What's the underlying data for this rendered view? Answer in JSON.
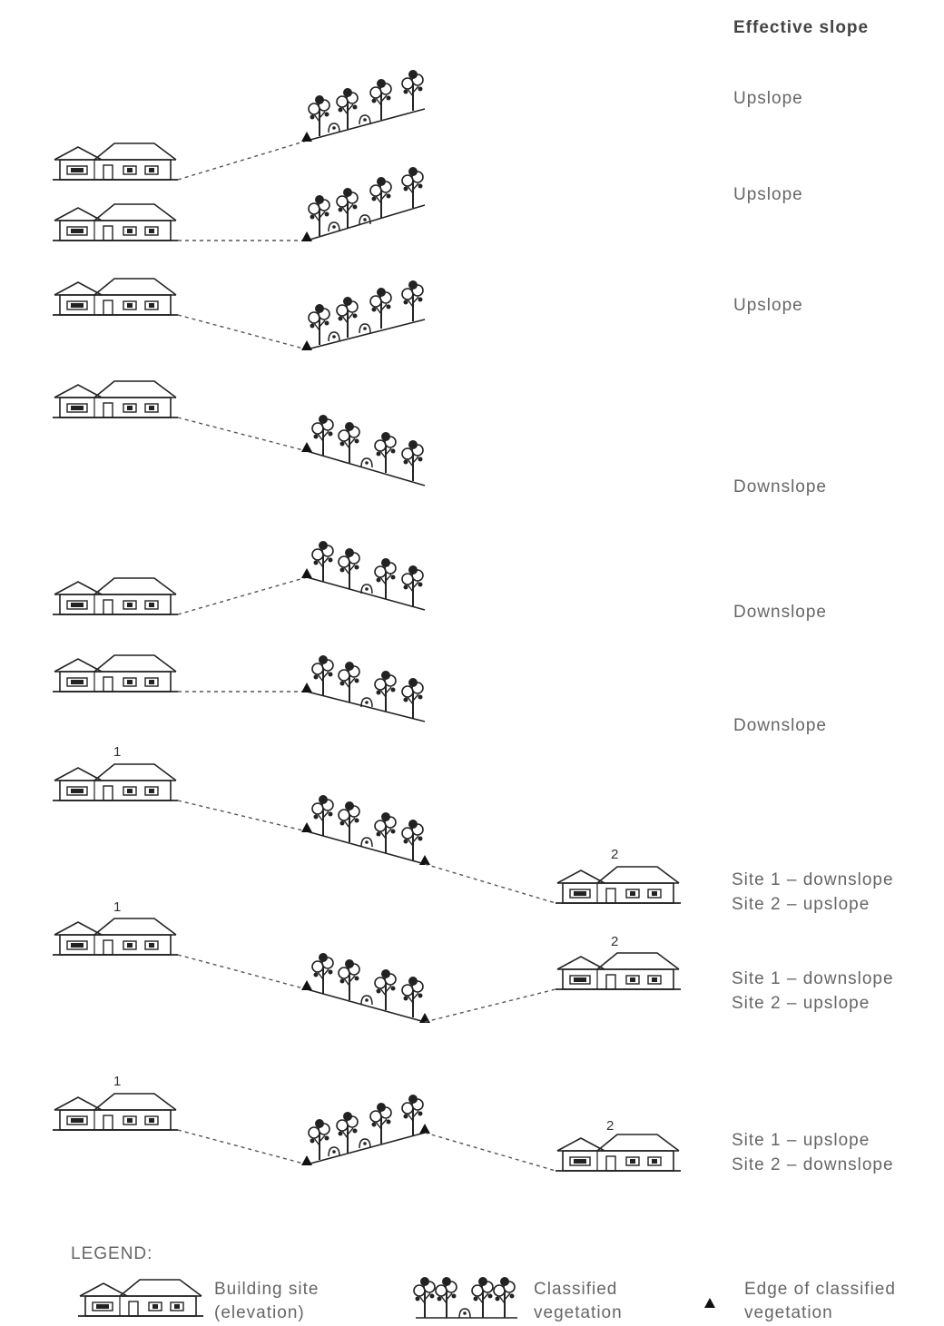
{
  "header": {
    "title": "Effective slope"
  },
  "rows": [
    {
      "label_1": "Upslope"
    },
    {
      "label_1": "Upslope"
    },
    {
      "label_1": "Upslope"
    },
    {
      "label_1": "Downslope"
    },
    {
      "label_1": "Downslope"
    },
    {
      "label_1": "Downslope"
    },
    {
      "site_a": "1",
      "site_b": "2",
      "label_1": "Site 1 – downslope",
      "label_2": "Site 2 – upslope"
    },
    {
      "site_a": "1",
      "site_b": "2",
      "label_1": "Site 1 – downslope",
      "label_2": "Site 2 – upslope"
    },
    {
      "site_a": "1",
      "site_b": "2",
      "label_1": "Site 1 – upslope",
      "label_2": "Site 2 – downslope"
    }
  ],
  "legend": {
    "title": "LEGEND:",
    "building_line1": "Building site",
    "building_line2": "(elevation)",
    "vegetation_line1": "Classified",
    "vegetation_line2": "vegetation",
    "edge_line1": "Edge of classified",
    "edge_line2": "vegetation"
  },
  "icons": {
    "building": "house-icon",
    "vegetation": "tree-cluster-icon",
    "edge": "triangle-marker-icon"
  }
}
